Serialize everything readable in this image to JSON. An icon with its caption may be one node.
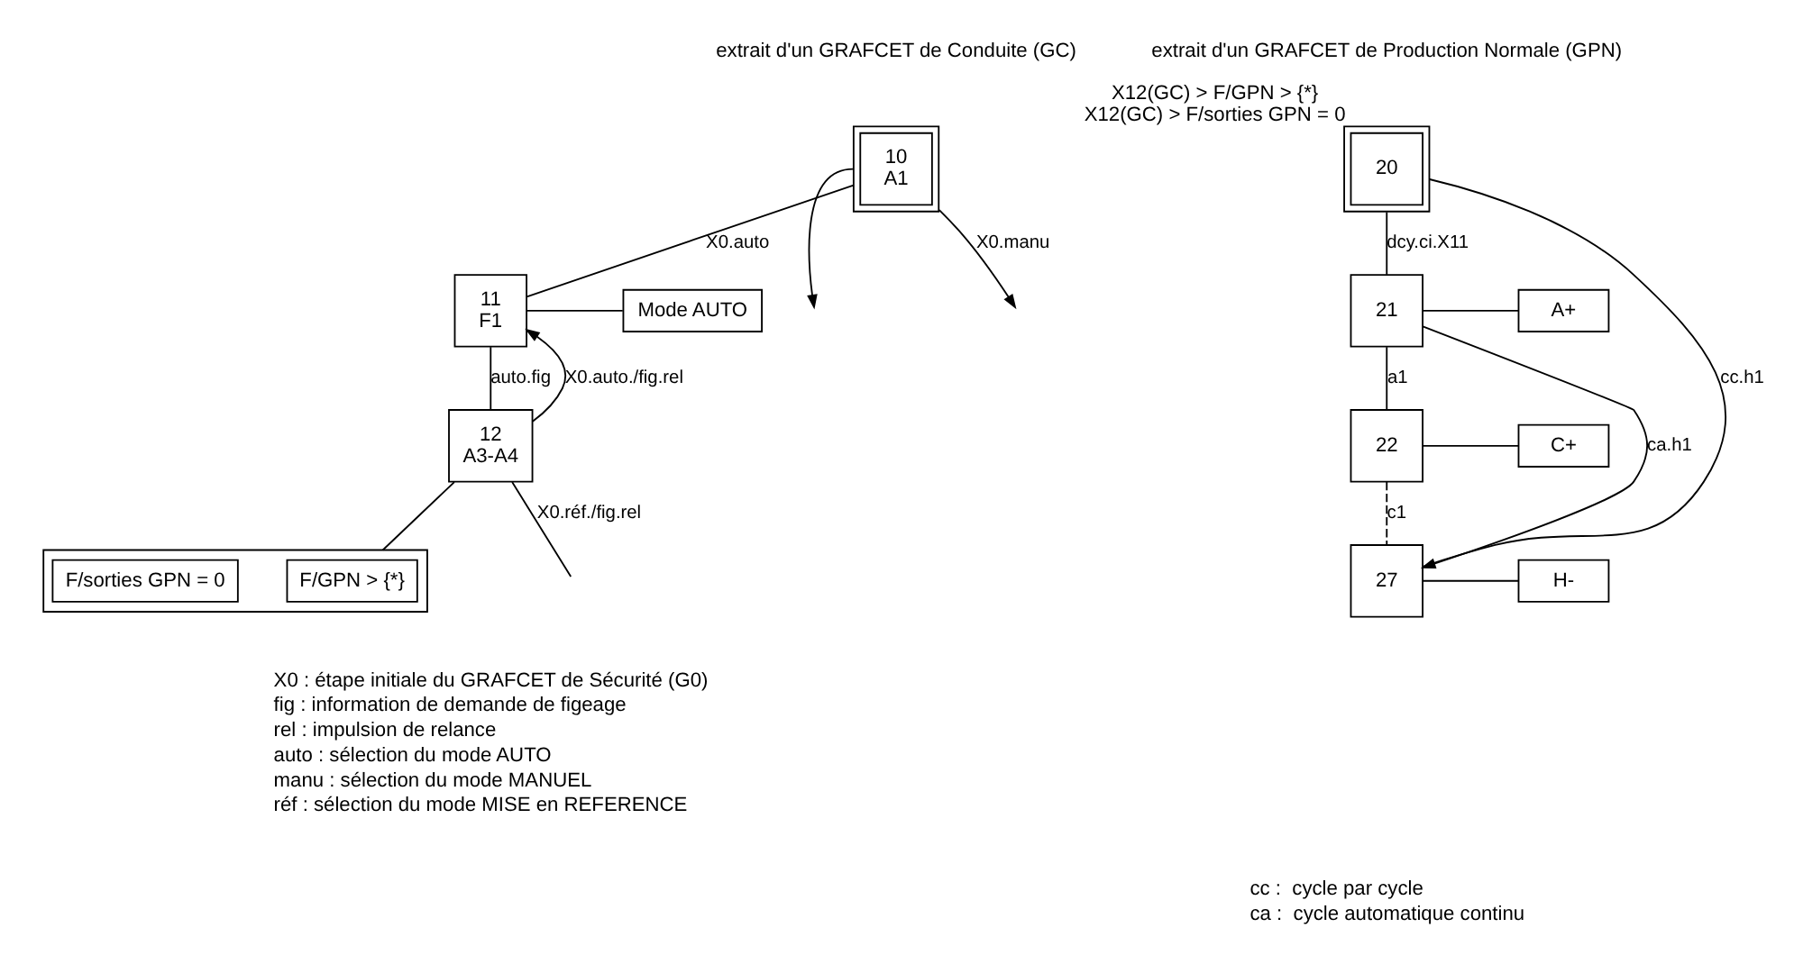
{
  "diagram": {
    "nodes": [
      {
        "text": [
          "10",
          "A1"
        ]
      },
      {
        "text": [
          "11",
          "F1"
        ]
      },
      {
        "text": [
          "Mode AUTO"
        ]
      },
      {
        "text": [
          "12",
          "A3-A4"
        ]
      },
      {
        "text": [],
        "shape": "box"
      },
      {
        "text": [
          "F/GPN > {*}"
        ],
        "in": 4
      },
      {
        "text": [
          "F/sorties GPN = 0"
        ],
        "in": 4
      },
      {
        "text": [
          "20"
        ],
        "beside": [
          "X12(GC) > F/GPN > {*}",
          "X12(GC) > F/sorties GPN = 0"
        ]
      },
      {
        "text": [
          "21"
        ]
      },
      {
        "text": [
          "A+"
        ]
      },
      {
        "text": [
          "22"
        ]
      },
      {
        "text": [
          "C+"
        ]
      },
      {
        "text": [
          "27"
        ]
      },
      {
        "text": [
          "H-"
        ]
      }
    ],
    "edges": [
      {
        "from": 0,
        "to": null,
        "arrow": "to"
      },
      {
        "from": 0,
        "to": 1,
        "label": "X0.auto",
        "arrow": "none"
      },
      {
        "from": 0,
        "to": null,
        "label": "X0.manu",
        "arrow": "to"
      },
      {
        "from": 1,
        "to": 2,
        "arrow": "none"
      },
      {
        "from": 1,
        "to": 3,
        "label": "auto.fig",
        "arrow": "none"
      },
      {
        "from": 3,
        "to": 4,
        "arrow": "none"
      },
      {
        "from": 3,
        "to": 1,
        "label": "X0.auto./fig.rel",
        "arrow": "to"
      },
      {
        "from": 3,
        "to": null,
        "label": "X0.réf./fig.rel",
        "arrow": "none"
      },
      {
        "from": 7,
        "to": 8,
        "label": "dcy.ci.X11",
        "arrow": "none"
      },
      {
        "from": 8,
        "to": 9,
        "arrow": "none"
      },
      {
        "from": 8,
        "to": 10,
        "label": "a1",
        "arrow": "none"
      },
      {
        "from": 10,
        "to": 11,
        "arrow": "none"
      },
      {
        "from": 10,
        "to": 12,
        "label": "c1",
        "arrow": "none",
        "style": "dashed"
      },
      {
        "from": 12,
        "to": 13,
        "arrow": "none"
      },
      {
        "from": 12,
        "to": 7,
        "label": "cc.h1",
        "arrow": "none"
      },
      {
        "from": 8,
        "to": 12,
        "label": "ca.h1",
        "arrow": "to"
      }
    ],
    "labels": [
      "extrait d'un GRAFCET de Conduite (GC)",
      "extrait d'un GRAFCET de Production Normale (GPN)",
      "X0 : étape initiale du GRAFCET de Sécurité (G0)",
      "fig : information de demande de figeage",
      "rel : impulsion de relance",
      "auto : sélection du mode AUTO",
      "manu : sélection du mode MANUEL",
      "réf : sélection du mode MISE en REFERENCE",
      "cc :  cycle par cycle",
      "ca :  cycle automatique continu"
    ]
  }
}
